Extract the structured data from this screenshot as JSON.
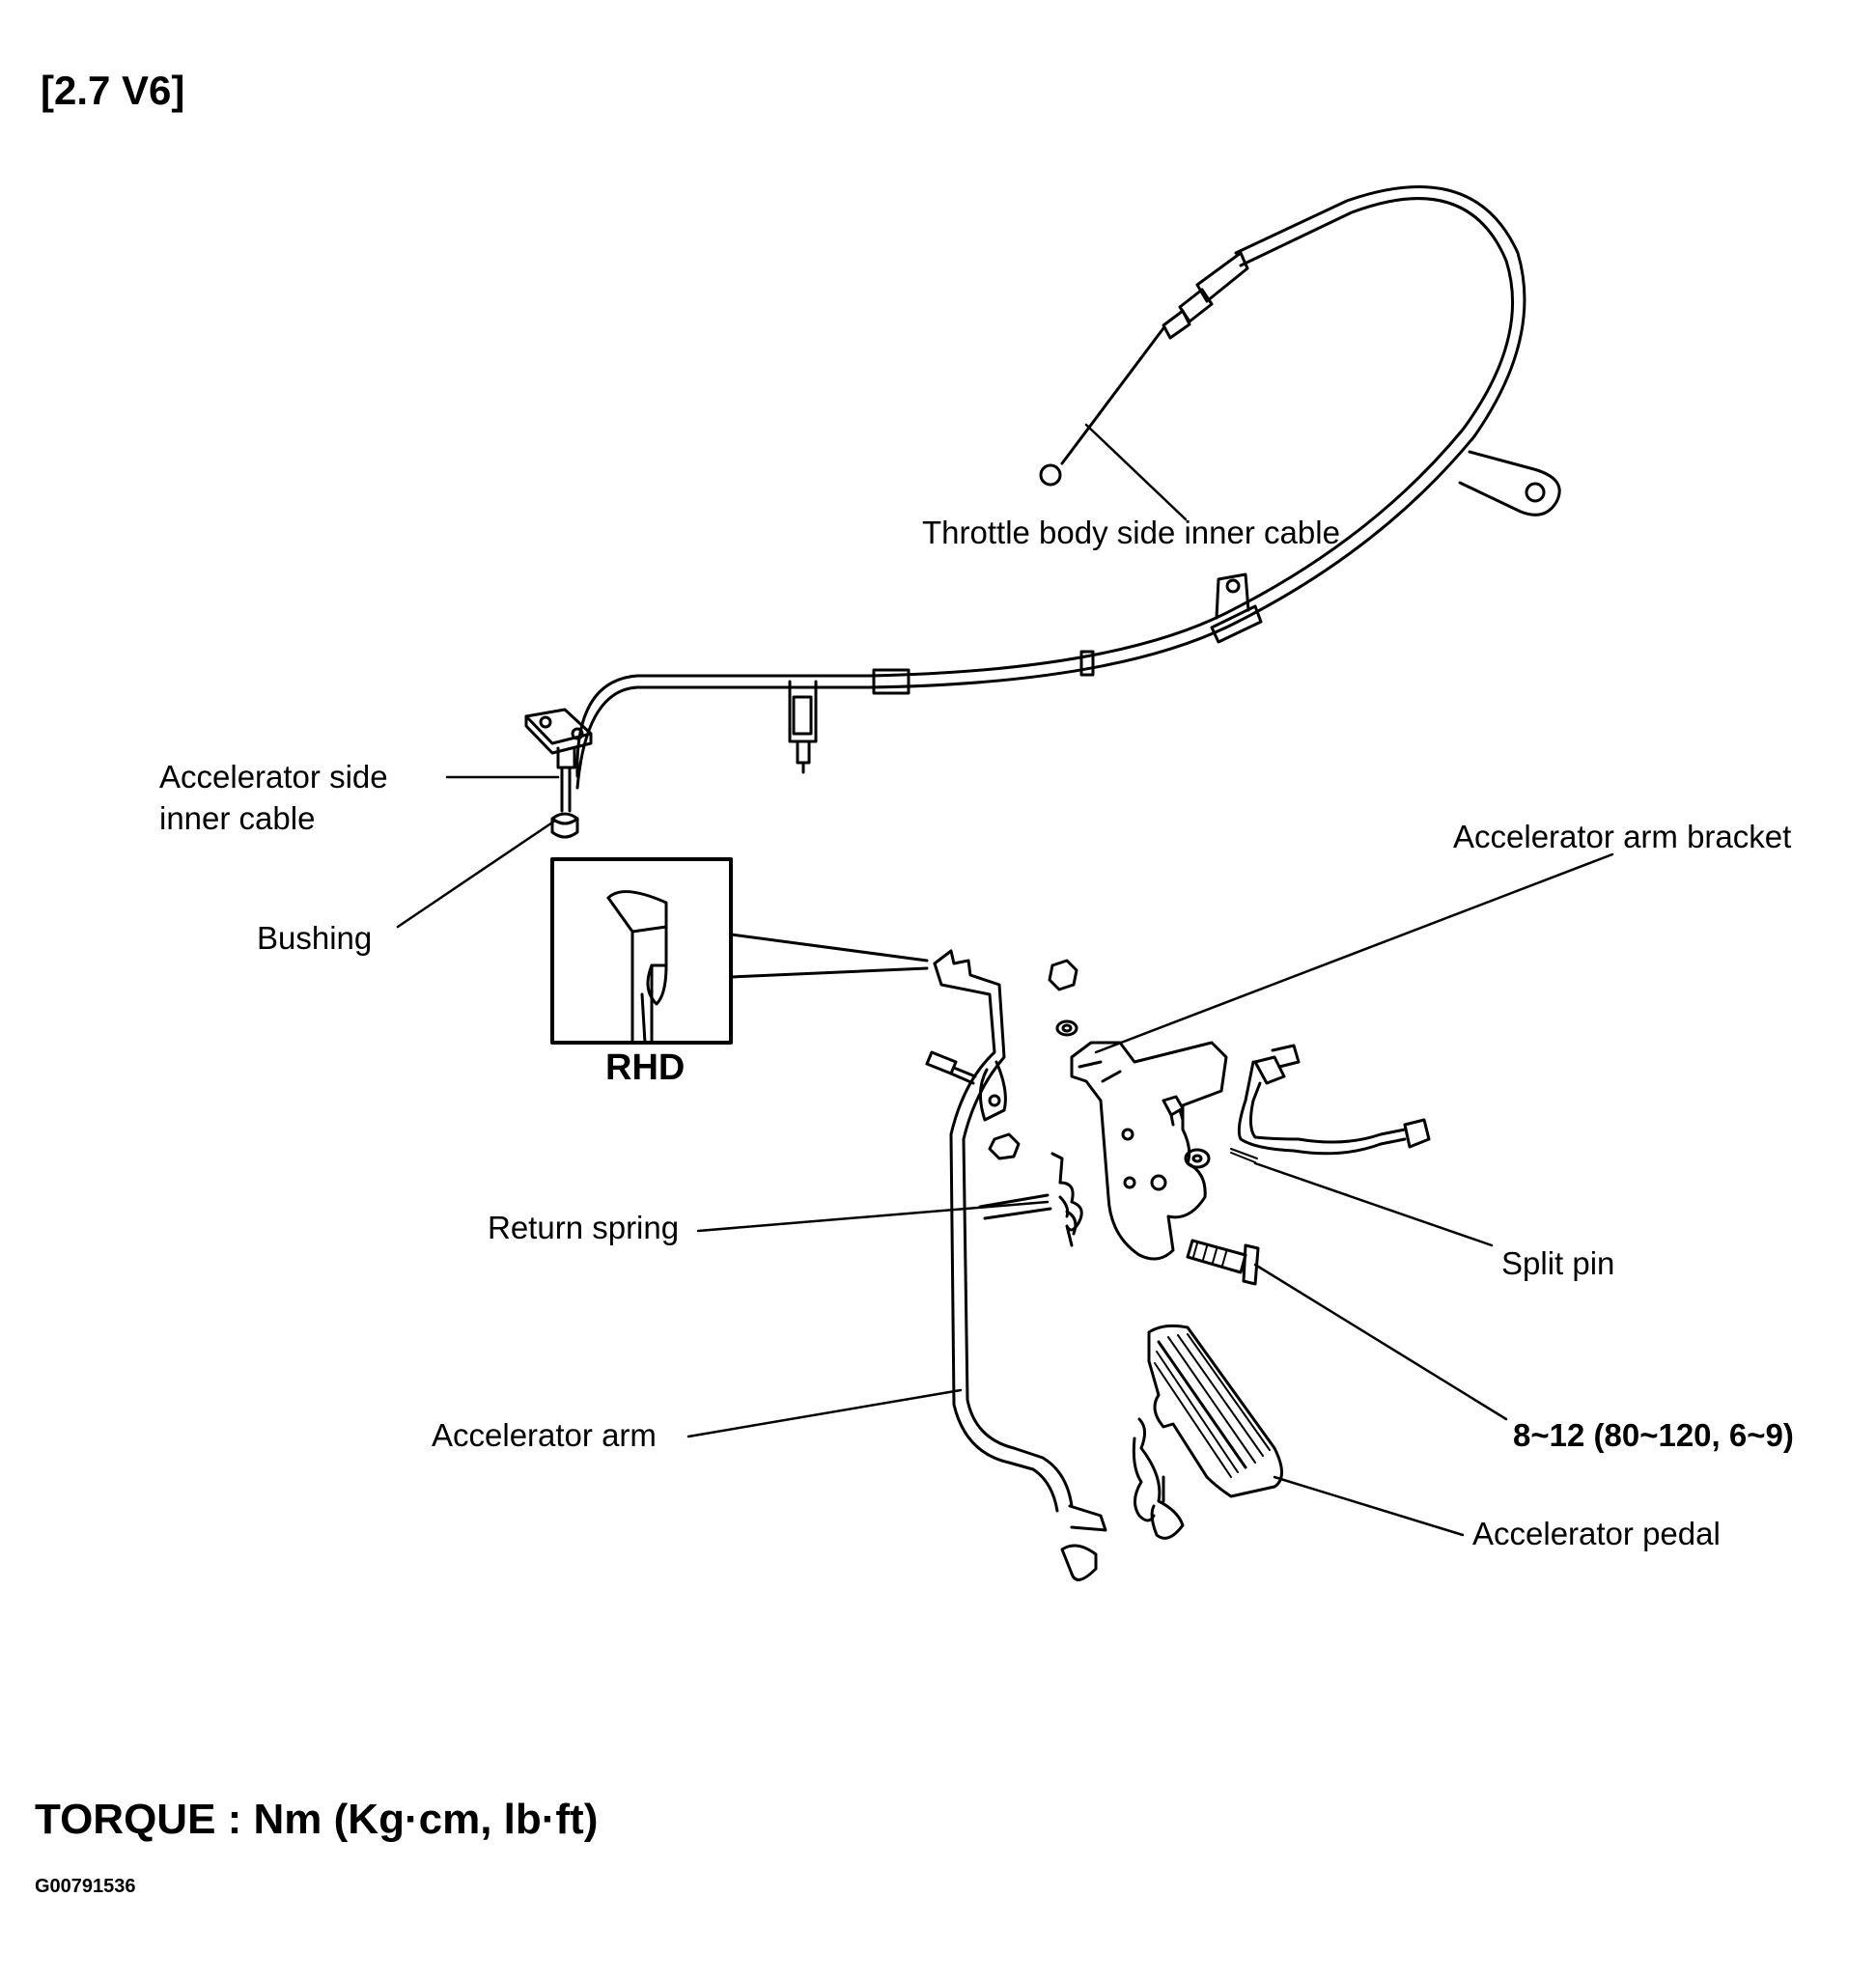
{
  "heading": "[2.7 V6]",
  "labels": {
    "throttle_cable": "Throttle body side inner cable",
    "accel_side_cable_1": "Accelerator side",
    "accel_side_cable_2": "inner cable",
    "bushing": "Bushing",
    "rhd": "RHD",
    "arm_bracket": "Accelerator arm bracket",
    "return_spring": "Return spring",
    "split_pin": "Split pin",
    "torque_value": "8~12 (80~120, 6~9)",
    "accel_arm": "Accelerator arm",
    "accel_pedal": "Accelerator pedal"
  },
  "footer": {
    "torque_note": "TORQUE : Nm (Kg·cm, lb·ft)",
    "figure_id": "G00791536"
  }
}
